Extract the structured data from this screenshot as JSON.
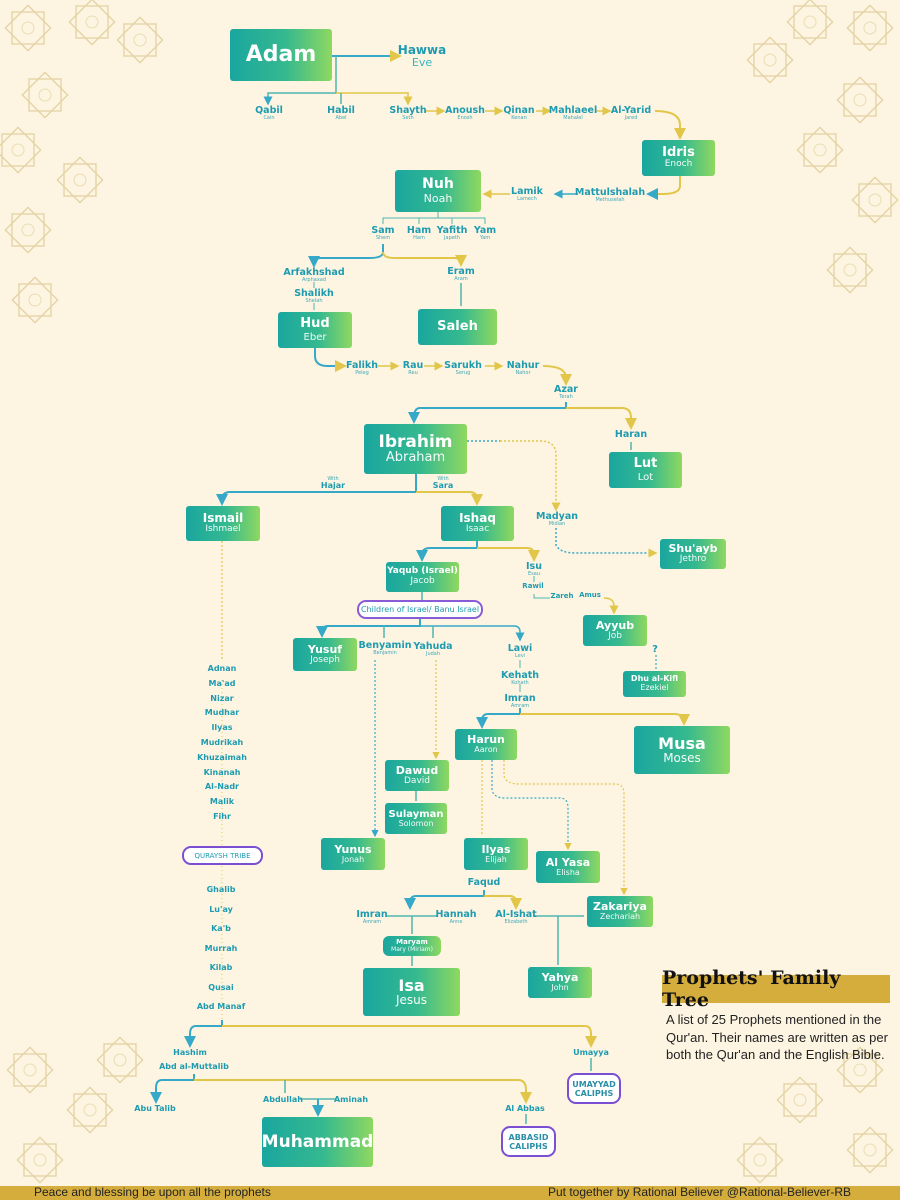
{
  "tree": {
    "adam": "Adam",
    "hawwa": "Hawwa",
    "eve": "Eve",
    "qabil": "Qabil",
    "cain": "Cain",
    "habil": "Habil",
    "abel": "Abel",
    "shayth": "Shayth",
    "seth": "Seth",
    "anoush": "Anoush",
    "enosh": "Enosh",
    "qinan": "Qinan",
    "kenan": "Kenan",
    "mahlaeel": "Mahlaeel",
    "mahalel": "Mahalel",
    "alyarid": "Al-Yarid",
    "jared": "Jared",
    "idris": "Idris",
    "enoch": "Enoch",
    "mattulshalah": "Mattulshalah",
    "methuselah": "Methuselah",
    "lamik": "Lamik",
    "lamech": "Lamech",
    "nuh": "Nuh",
    "noah": "Noah",
    "sam": "Sam",
    "shem": "Shem",
    "ham": "Ham",
    "ham_en": "Ham",
    "yafith": "Yafith",
    "japeth": "Japeth",
    "yam": "Yam",
    "yam_en": "Yam",
    "arfakhshad": "Arfakhshad",
    "arphaxad": "Arphaxad",
    "shalikh": "Shalikh",
    "shelah": "Shelah",
    "eram": "Eram",
    "aram": "Aram",
    "hud": "Hud",
    "eber": "Eber",
    "saleh": "Saleh",
    "falikh": "Falikh",
    "peleg": "Peleg",
    "rau": "Rau",
    "reu": "Reu",
    "sarukh": "Sarukh",
    "serug": "Serug",
    "nahur": "Nahur",
    "nahor": "Nahor",
    "azar": "Azar",
    "terah": "Terah",
    "ibrahim": "Ibrahim",
    "abraham": "Abraham",
    "haran": "Haran",
    "lut": "Lut",
    "lot": "Lot",
    "with1": "With",
    "hajar": "Hajar",
    "with2": "With",
    "sara": "Sara",
    "ismail": "Ismail",
    "ishmael": "Ishmael",
    "ishaq": "Ishaq",
    "isaac": "Isaac",
    "madyan": "Madyan",
    "midian": "Midian",
    "shuayb": "Shu'ayb",
    "jethro": "Jethro",
    "yaqub": "Yaqub (Israel)",
    "jacob": "Jacob",
    "isu": "Isu",
    "esau": "Esau",
    "rawil": "Rawil",
    "zareh": "Zareh",
    "amus": "Amus",
    "ayyub": "Ayyub",
    "job": "Job",
    "qmark": "?",
    "dhulkifl": "Dhu al-Kifl",
    "ezekiel": "Ezekiel",
    "children_israel": "Children of Israel/ Banu Israel",
    "yusuf": "Yusuf",
    "joseph": "Joseph",
    "benyamin": "Benyamin",
    "benjamin": "Benjamin",
    "yahuda": "Yahuda",
    "judah": "Judah",
    "lawi": "Lawi",
    "levi": "Levi",
    "kehath": "Kehath",
    "kohath": "Kohath",
    "imran1": "Imran",
    "amram1": "Amram",
    "harun": "Harun",
    "aaron": "Aaron",
    "musa": "Musa",
    "moses": "Moses",
    "dawud": "Dawud",
    "david": "David",
    "sulayman": "Sulayman",
    "solomon": "Solomon",
    "yunus": "Yunus",
    "jonah": "Jonah",
    "ilyas": "Ilyas",
    "elijah": "Elijah",
    "alyasa": "Al Yasa",
    "elisha": "Elisha",
    "faqud": "Faqud",
    "zakariya": "Zakariya",
    "zechariah": "Zechariah",
    "imran2": "Imran",
    "amram2": "Amram",
    "hannah": "Hannah",
    "anne": "Anne",
    "alishat": "Al-Ishat",
    "elizabeth": "Elizabeth",
    "maryam": "Maryam",
    "mary": "Mary (Miriam)",
    "isa": "Isa",
    "jesus": "Jesus",
    "yahya": "Yahya",
    "john": "John",
    "arabs": [
      "Adnan",
      "Ma'ad",
      "Nizar",
      "Mudhar",
      "Ilyas",
      "Mudrikah",
      "Khuzaimah",
      "Kinanah",
      "Al-Nadr",
      "Malik",
      "Fihr"
    ],
    "quraysh": "QURAYSH TRIBE",
    "quraysh_line": [
      "Ghalib",
      "Lu'ay",
      "Ka'b",
      "Murrah",
      "Kilab",
      "Qusai",
      "Abd Manaf"
    ],
    "hashim": "Hashim",
    "abdulmuttalib": "Abd al-Muttalib",
    "umayya": "Umayya",
    "umayyad": "UMAYYAD CALIPHS",
    "abutalib": "Abu Talib",
    "abdullah": "Abdullah",
    "aminah": "Aminah",
    "alabbas": "Al Abbas",
    "abbasid": "ABBASID CALIPHS",
    "muhammad": "Muhammad"
  },
  "legend": {
    "title": "Prophets' Family Tree",
    "text": "A list of 25 Prophets mentioned in the Qur'an. Their names are written as per both the Qur'an and the English Bible."
  },
  "footer": {
    "left": "Peace and blessing be upon all the prophets",
    "right": "Put together by Rational Believer @Rational-Believer-RB"
  },
  "colors": {
    "teal": "#1aa69f",
    "green": "#8fd860",
    "gold": "#e5c84a",
    "blue": "#1e9bd0",
    "purple": "#7a4fd3",
    "band": "#d4ad3d"
  }
}
